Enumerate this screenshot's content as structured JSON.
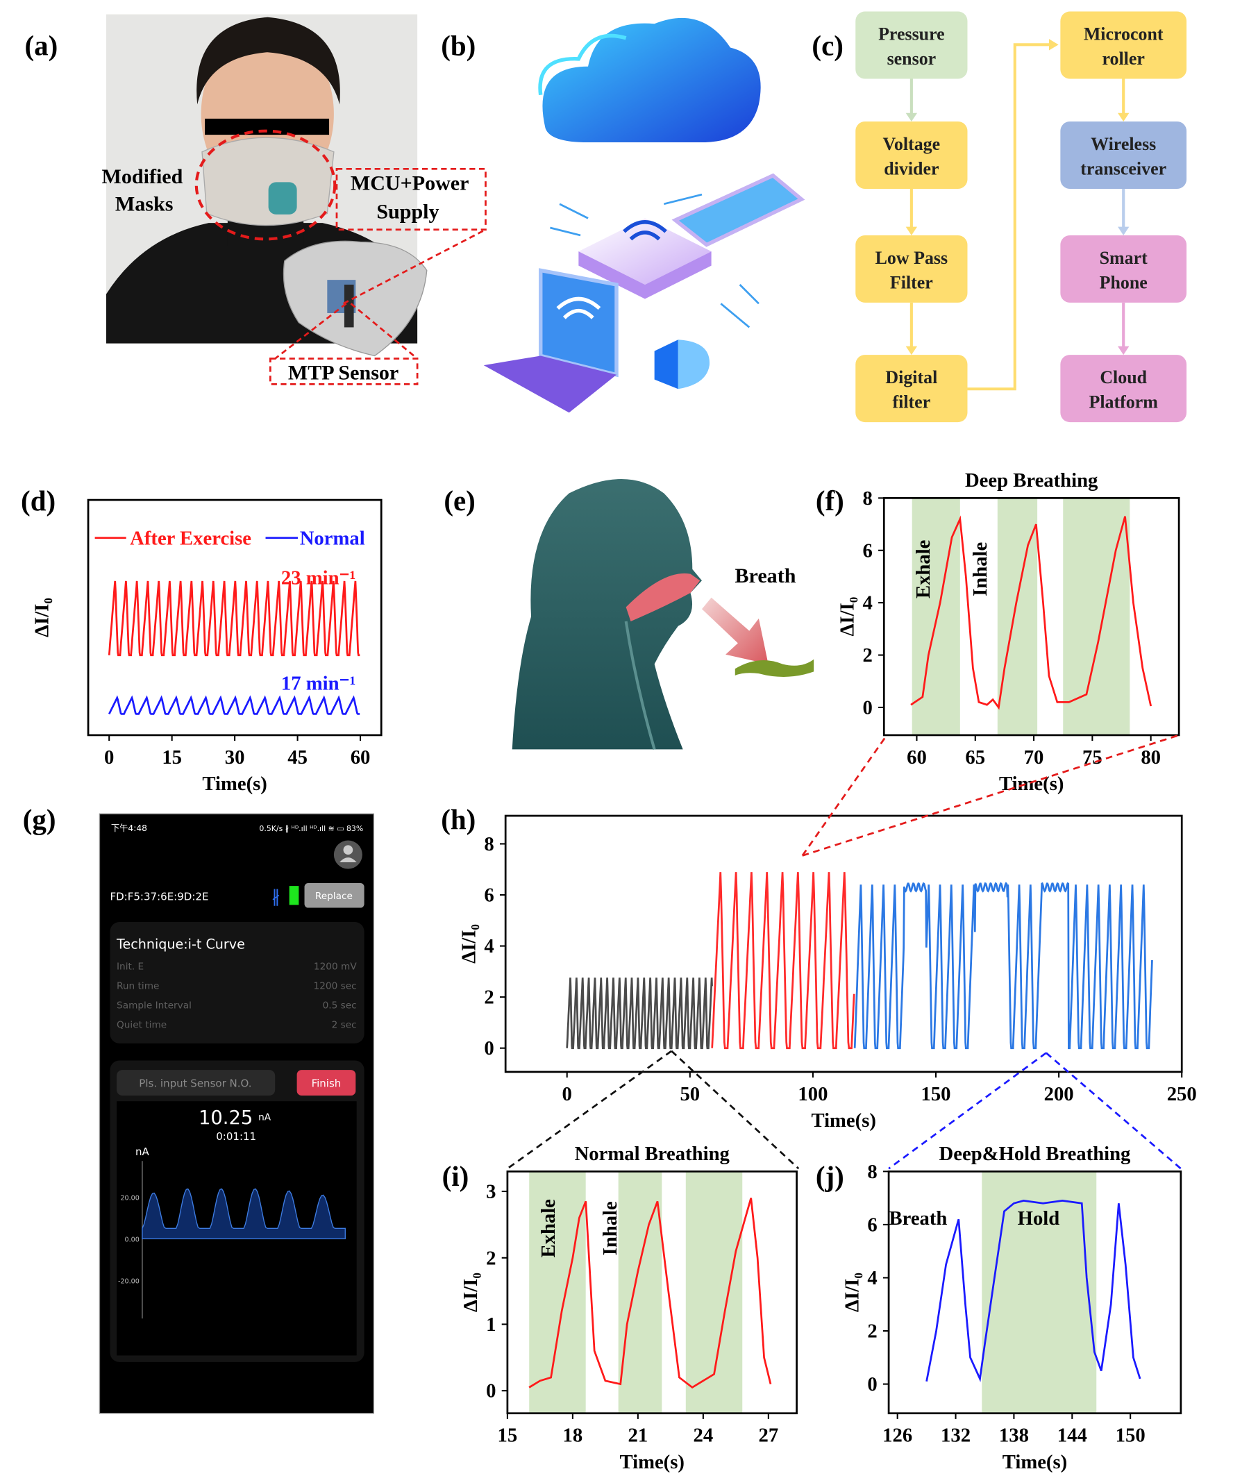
{
  "panel_labels": {
    "a": "(a)",
    "b": "(b)",
    "c": "(c)",
    "d": "(d)",
    "e": "(e)",
    "f": "(f)",
    "g": "(g)",
    "h": "(h)",
    "i": "(i)",
    "j": "(j)"
  },
  "panel_a": {
    "modified_masks_1": "Modified",
    "modified_masks_2": "Masks",
    "mcu_1": "MCU+Power",
    "mcu_2": "Supply",
    "mtp": "MTP Sensor"
  },
  "panel_c": {
    "colors": {
      "green": "#d5e8c8",
      "yellow": "#fedd6f",
      "blue": "#9fb6e0",
      "pink": "#e8a5d6"
    },
    "nodes": [
      {
        "l1": "Pressure",
        "l2": "sensor",
        "color": "green"
      },
      {
        "l1": "Voltage",
        "l2": "divider",
        "color": "yellow"
      },
      {
        "l1": "Low Pass",
        "l2": "Filter",
        "color": "yellow"
      },
      {
        "l1": "Digital",
        "l2": "filter",
        "color": "yellow"
      },
      {
        "l1": "Microcont",
        "l2": "roller",
        "color": "yellow"
      },
      {
        "l1": "Wireless",
        "l2": "transceiver",
        "color": "blue"
      },
      {
        "l1": "Smart",
        "l2": "Phone",
        "color": "pink"
      },
      {
        "l1": "Cloud",
        "l2": "Platform",
        "color": "pink"
      }
    ]
  },
  "panel_e": {
    "breath": "Breath"
  },
  "panel_g": {
    "status_time": "下午4:48",
    "status_right": "0.5K/s ∦ ᴴᴰ.ıll ᴴᴰ.ıll ≋ ▭ 83%",
    "device_mac": "FD:F5:37:6E:9D:2E",
    "replace_button": "Replace",
    "technique": "Technique:i-t Curve",
    "params": [
      {
        "name": "Init. E",
        "value": "1200 mV"
      },
      {
        "name": "Run time",
        "value": "1200 sec"
      },
      {
        "name": "Sample Interval",
        "value": "0.5 sec"
      },
      {
        "name": "Quiet time",
        "value": "2 sec"
      }
    ],
    "sensor_input_placeholder": "Pls. input Sensor N.O.",
    "finish_button": "Finish",
    "current_value": "10.25",
    "current_unit": "nA",
    "elapsed": "0:01:11",
    "chart_unit": "nA",
    "chart_ticks": [
      "20.00",
      "0.00",
      "-20.00"
    ],
    "chart_peaks_nA": [
      22,
      24,
      24,
      24,
      23,
      21
    ]
  },
  "chart_data": [
    {
      "id": "d",
      "type": "line",
      "title": "",
      "xlabel": "Time(s)",
      "ylabel": "ΔI/I₀",
      "xlim": [
        -5,
        65
      ],
      "ylim": [
        0,
        10
      ],
      "xticks": [
        0,
        15,
        30,
        45,
        60
      ],
      "yticks": [],
      "legend": "top",
      "legend_entries": [
        "After Exercise",
        "Normal"
      ],
      "annotations": [
        "23 min⁻¹",
        "17 min⁻¹"
      ],
      "series": [
        {
          "name": "After Exercise",
          "color": "#ff1a1a",
          "rate_per_min": 23,
          "t_range": [
            0,
            60
          ],
          "min": 3.4,
          "max": 6.6
        },
        {
          "name": "Normal",
          "color": "#1a1aff",
          "rate_per_min": 17,
          "t_range": [
            0,
            60
          ],
          "min": 0.9,
          "max": 1.6
        }
      ]
    },
    {
      "id": "f",
      "type": "line",
      "title": "Deep Breathing",
      "xlabel": "Time(s)",
      "ylabel": "ΔI/I₀",
      "xlim": [
        57.2,
        82.4
      ],
      "ylim": [
        -1.06,
        8
      ],
      "xticks": [
        60,
        65,
        70,
        75,
        80
      ],
      "yticks": [
        0,
        2,
        4,
        6,
        8
      ],
      "bands": [
        [
          59.6,
          63.7
        ],
        [
          66.9,
          70.3
        ],
        [
          72.5,
          78.2
        ]
      ],
      "band_labels": [
        "Exhale",
        "Inhale"
      ],
      "series": [
        {
          "name": "Deep",
          "color": "#ff1a1a",
          "x": [
            59.5,
            60.5,
            61,
            62,
            63,
            63.7,
            64.2,
            64.8,
            65.3,
            66,
            66.5,
            67,
            67.5,
            68.5,
            69.5,
            70.2,
            70.8,
            71.3,
            72,
            73,
            74.5,
            75.5,
            77,
            77.8,
            78.5,
            79.3,
            80
          ],
          "y": [
            0.1,
            0.4,
            2,
            4,
            6.5,
            7.2,
            5,
            1.5,
            0.2,
            0.1,
            0.3,
            0,
            1.5,
            4,
            6.2,
            7,
            4,
            1.2,
            0.2,
            0.2,
            0.5,
            2.5,
            6,
            7.3,
            4,
            1.5,
            0.05
          ]
        }
      ]
    },
    {
      "id": "h",
      "type": "line",
      "title": "",
      "xlabel": "Time(s)",
      "ylabel": "ΔI/I₀",
      "xlim": [
        -25,
        250
      ],
      "ylim": [
        -0.93,
        9.1
      ],
      "xticks": [
        0,
        50,
        100,
        150,
        200,
        250
      ],
      "yticks": [
        0,
        2,
        4,
        6,
        8
      ],
      "series": [
        {
          "name": "Normal Breathing",
          "color": "#4a4a4a",
          "t_range": [
            0,
            59
          ],
          "period": 2.5,
          "peak": 2.8
        },
        {
          "name": "Deep Breathing",
          "color": "#ff2a2a",
          "t_range": [
            59,
            117
          ],
          "period": 6.3,
          "peak": 7.0
        },
        {
          "name": "Deep&Hold Breathing",
          "color": "#2b78e4",
          "t_range": [
            117,
            238
          ],
          "period": 4.6,
          "peak": 6.5,
          "holds": [
            [
              137,
              146
            ],
            [
              166,
              179
            ],
            [
              193,
              204
            ]
          ]
        }
      ]
    },
    {
      "id": "i",
      "type": "line",
      "title": "Normal Breathing",
      "xlabel": "Time(s)",
      "ylabel": "ΔI/I₀",
      "xlim": [
        15,
        28.3
      ],
      "ylim": [
        -0.34,
        3.3
      ],
      "xticks": [
        15,
        18,
        21,
        24,
        27
      ],
      "yticks": [
        0,
        1,
        2,
        3
      ],
      "bands": [
        [
          16,
          18.6
        ],
        [
          20.1,
          22.1
        ],
        [
          23.2,
          25.8
        ]
      ],
      "band_labels": [
        "Exhale",
        "Inhale"
      ],
      "series": [
        {
          "name": "Normal",
          "color": "#ff1a1a",
          "x": [
            16,
            16.5,
            17,
            17.5,
            18,
            18.3,
            18.6,
            19,
            19.5,
            20.2,
            20.5,
            21,
            21.5,
            21.9,
            22.4,
            22.9,
            23.5,
            24,
            24.5,
            25,
            25.5,
            26.2,
            26.5,
            26.8,
            27.1
          ],
          "y": [
            0.05,
            0.15,
            0.2,
            1.2,
            2,
            2.6,
            2.85,
            0.6,
            0.15,
            0.1,
            1,
            1.8,
            2.5,
            2.85,
            1.5,
            0.2,
            0.05,
            0.15,
            0.25,
            1.2,
            2.1,
            2.9,
            2,
            0.5,
            0.1
          ]
        }
      ]
    },
    {
      "id": "j",
      "type": "line",
      "title": "Deep&Hold Breathing",
      "xlabel": "Time(s)",
      "ylabel": "ΔI/I₀",
      "xlim": [
        125.1,
        155.2
      ],
      "ylim": [
        -1.1,
        8
      ],
      "xticks": [
        126,
        132,
        138,
        144,
        150
      ],
      "yticks": [
        0,
        2,
        4,
        6,
        8
      ],
      "bands": [
        [
          134.7,
          146.5
        ]
      ],
      "band_labels": [
        "Breath",
        "Hold"
      ],
      "series": [
        {
          "name": "Deep&Hold",
          "color": "#1a1aff",
          "x": [
            129,
            130,
            131,
            132.3,
            133,
            133.5,
            134.5,
            135,
            136,
            137,
            138,
            139,
            141,
            143,
            145,
            145.5,
            146.3,
            147,
            148,
            148.8,
            149.5,
            150.3,
            151
          ],
          "y": [
            0.1,
            2,
            4.5,
            6.2,
            3,
            1,
            0.2,
            1.5,
            4,
            6.5,
            6.8,
            6.9,
            6.8,
            6.9,
            6.8,
            4,
            1.2,
            0.5,
            3,
            6.8,
            4.5,
            1,
            0.2
          ]
        }
      ]
    }
  ]
}
